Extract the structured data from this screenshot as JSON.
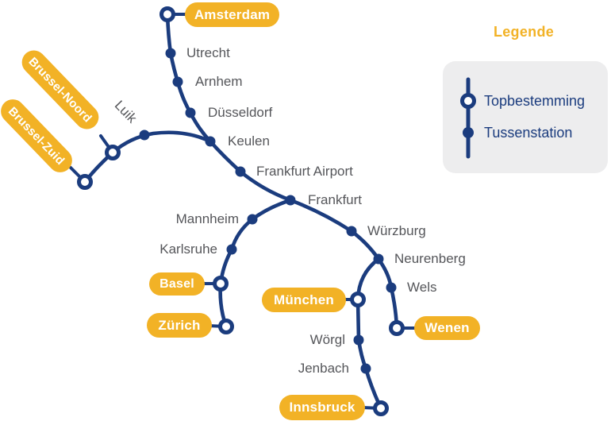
{
  "colors": {
    "gold": "#F2B226",
    "navy": "#1B3C7E",
    "station_label_gray": "#55565A",
    "legend_background": "#EDEDEE",
    "pill_text": "#FFFFFF"
  },
  "destinations": [
    {
      "label": "Amsterdam"
    },
    {
      "label": "Brussel-Noord"
    },
    {
      "label": "Brussel-Zuid"
    },
    {
      "label": "Basel"
    },
    {
      "label": "Zürich"
    },
    {
      "label": "München"
    },
    {
      "label": "Wenen"
    },
    {
      "label": "Innsbruck"
    }
  ],
  "stations": [
    {
      "label": "Utrecht"
    },
    {
      "label": "Arnhem"
    },
    {
      "label": "Düsseldorf"
    },
    {
      "label": "Keulen"
    },
    {
      "label": "Frankfurt Airport"
    },
    {
      "label": "Frankfurt"
    },
    {
      "label": "Würzburg"
    },
    {
      "label": "Neurenberg"
    },
    {
      "label": "Wels"
    },
    {
      "label": "Mannheim"
    },
    {
      "label": "Karlsruhe"
    },
    {
      "label": "Wörgl"
    },
    {
      "label": "Jenbach"
    },
    {
      "label": "Luik"
    }
  ],
  "legend": {
    "title": "Legende",
    "items": [
      {
        "symbol": "open-circle",
        "label": "Topbestemming"
      },
      {
        "symbol": "filled-circle",
        "label": "Tussenstation"
      }
    ]
  }
}
